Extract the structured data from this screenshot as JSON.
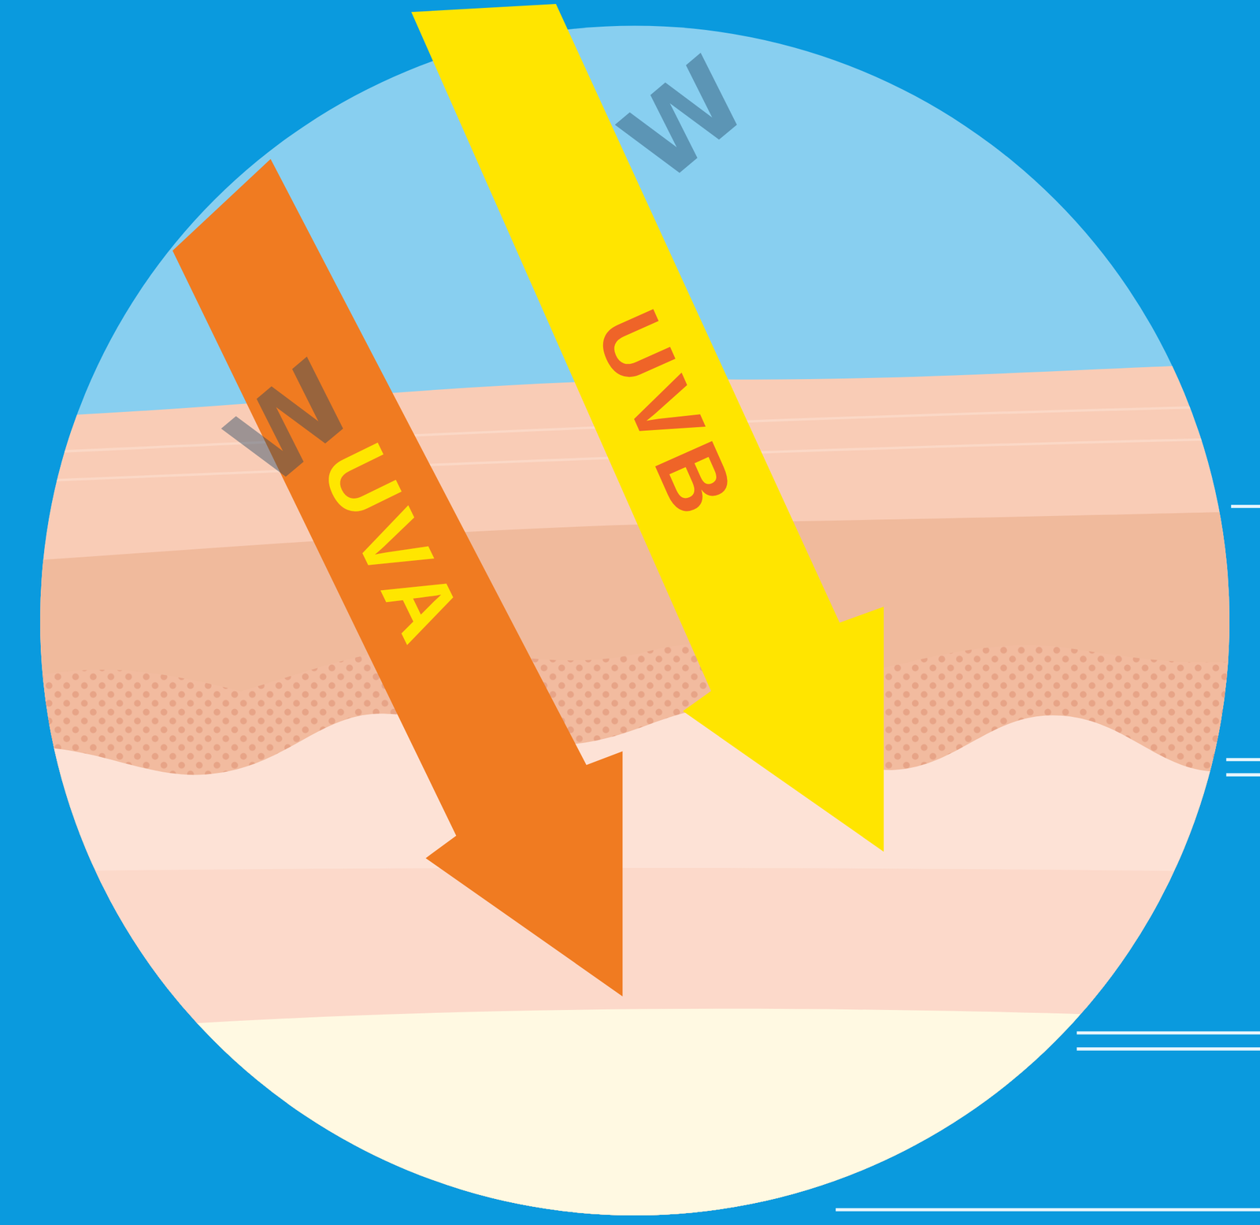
{
  "diagram": {
    "nodes": [
      {
        "text": [
          "UVA"
        ]
      },
      {
        "text": [
          "UVB"
        ]
      }
    ],
    "labels": [
      "W",
      "W"
    ]
  }
}
